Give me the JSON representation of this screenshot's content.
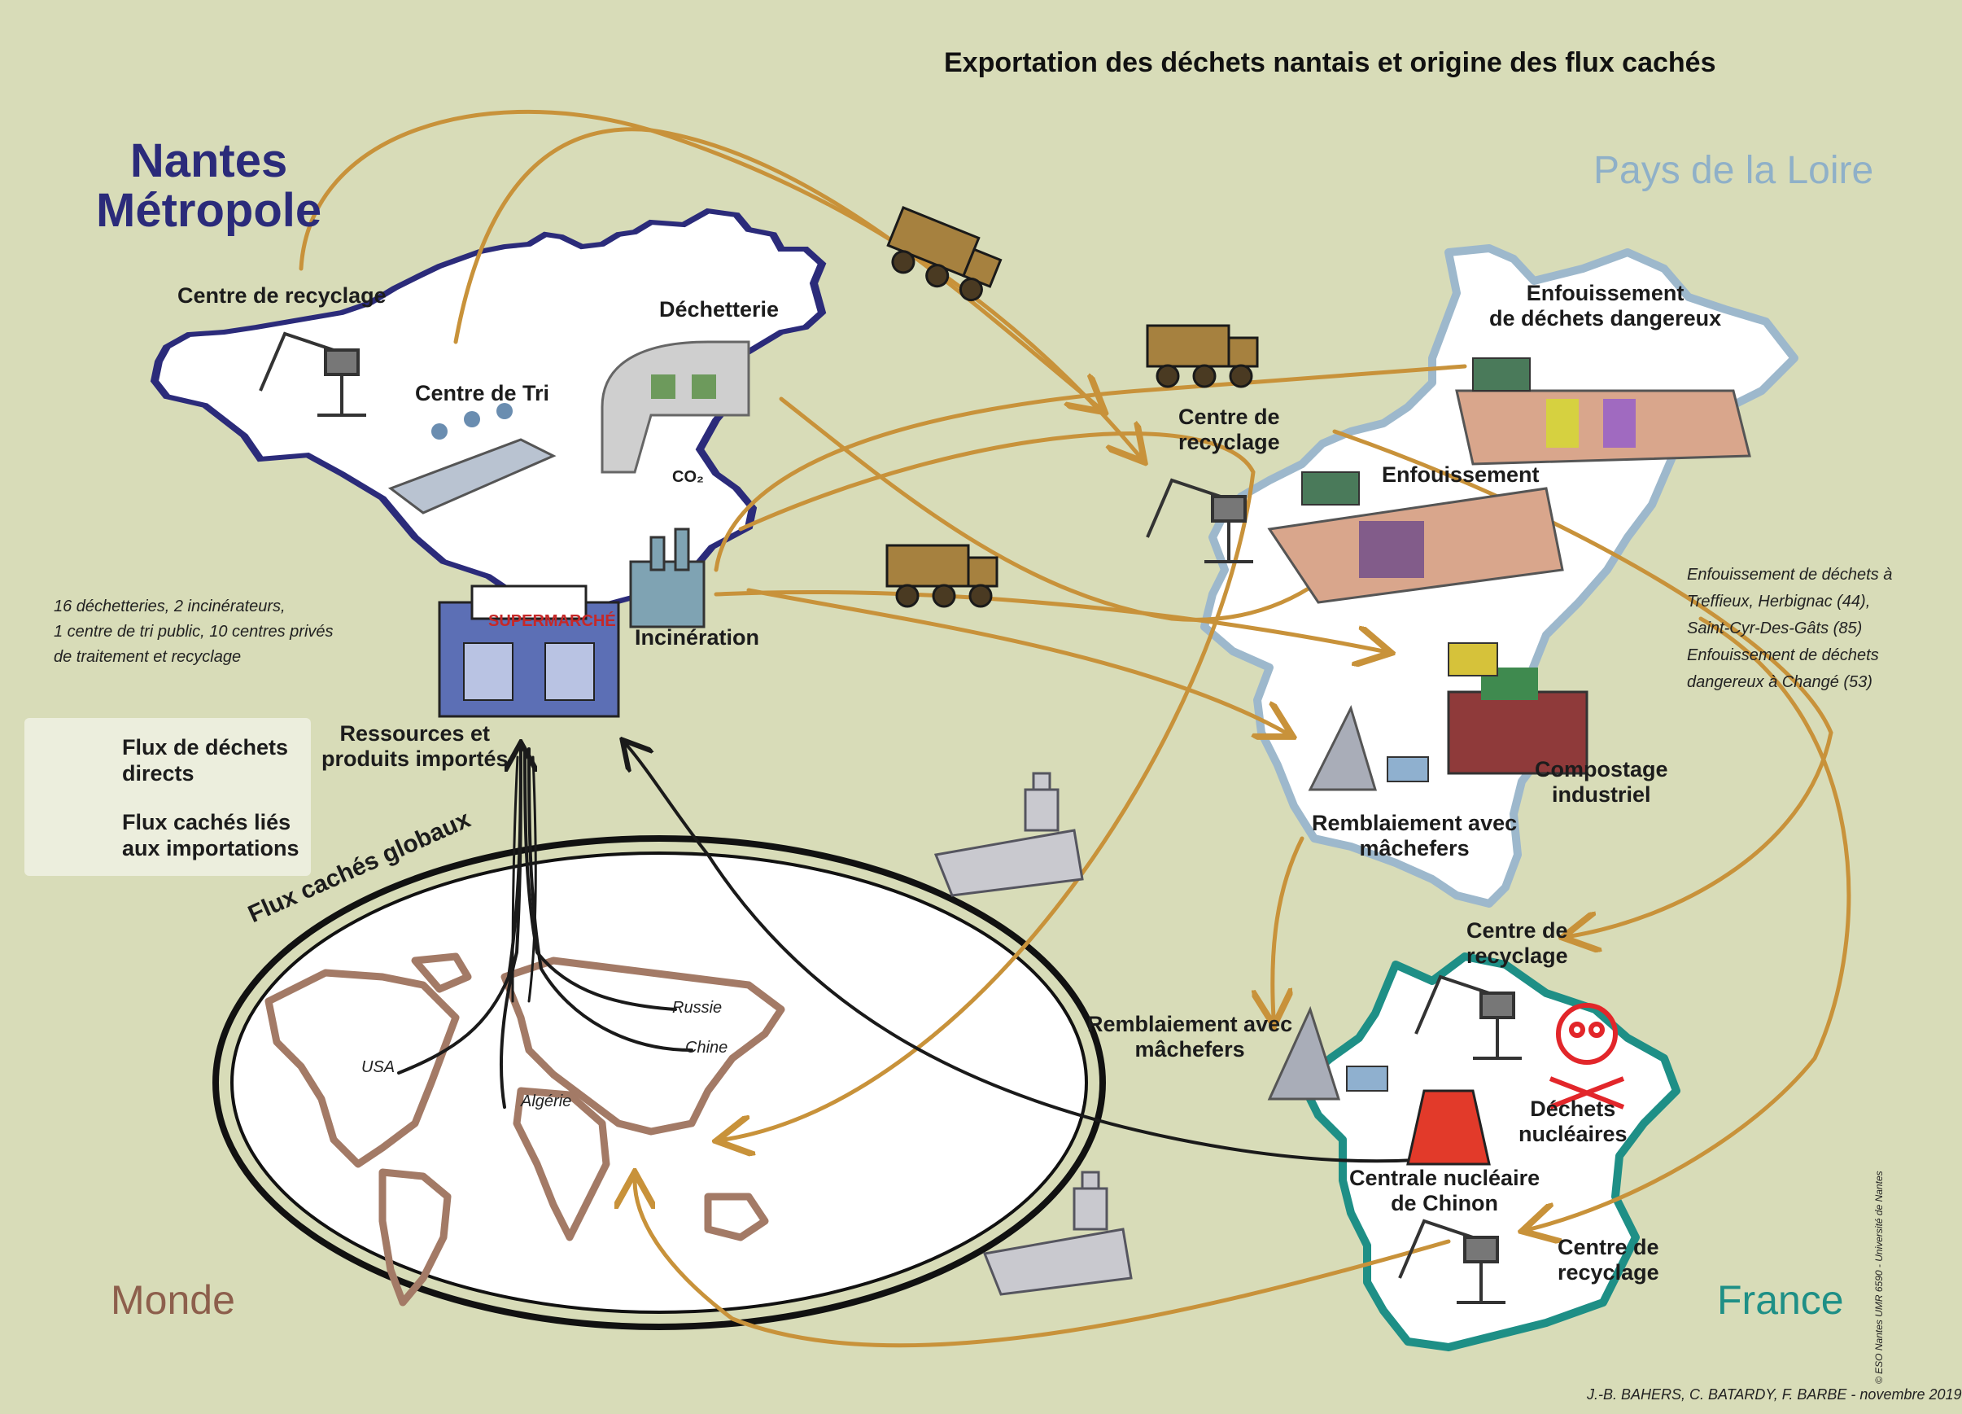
{
  "title": "Exportation des déchets nantais et origine des flux cachés",
  "regions": {
    "nantes_line1": "Nantes",
    "nantes_line2": "Métropole",
    "pays": "Pays de la Loire",
    "monde": "Monde",
    "france": "France"
  },
  "labels": {
    "centre_recyclage_nantes": "Centre de recyclage",
    "centre_tri": "Centre de Tri",
    "dechetterie": "Déchetterie",
    "co2": "CO₂",
    "incineration": "Incinération",
    "supermarche": "SUPERMARCHÉ",
    "ressources_1": "Ressources et",
    "ressources_2": "produits importés",
    "flux_caches_globaux": "Flux cachés globaux",
    "enf_dang_1": "Enfouissement",
    "enf_dang_2": "de déchets dangereux",
    "centre_rec_pdl_1": "Centre de",
    "centre_rec_pdl_2": "recyclage",
    "enfouissement": "Enfouissement",
    "compostage_1": "Compostage",
    "compostage_2": "industriel",
    "remblai_pdl_1": "Remblaiement avec",
    "remblai_pdl_2": "mâchefers",
    "centre_rec_fr1_1": "Centre de",
    "centre_rec_fr1_2": "recyclage",
    "remblai_fr_1": "Remblaiement avec",
    "remblai_fr_2": "mâchefers",
    "dechets_nuc_1": "Déchets",
    "dechets_nuc_2": "nucléaires",
    "centrale_1": "Centrale nucléaire",
    "centrale_2": "de Chinon",
    "centre_rec_fr2_1": "Centre de",
    "centre_rec_fr2_2": "recyclage"
  },
  "notes": {
    "nantes": [
      "16 déchetteries, 2 incinérateurs,",
      "1 centre de tri public, 10 centres privés",
      "de traitement et recyclage"
    ],
    "pdl": [
      "Enfouissement de déchets à",
      "Treffieux, Herbignac (44),",
      "Saint-Cyr-Des-Gâts (85)",
      "Enfouissement de déchets",
      "dangereux à Changé (53)"
    ]
  },
  "world_labels": {
    "usa": "USA",
    "russie": "Russie",
    "chine": "Chine",
    "algerie": "Algérie"
  },
  "legend": {
    "direct_1": "Flux de déchets",
    "direct_2": "directs",
    "hidden_1": "Flux cachés liés",
    "hidden_2": "aux importations"
  },
  "credit": "J.-B. BAHERS, C. BATARDY, F. BARBE - novembre 2019",
  "copyright": "© ESO Nantes UMR 6590 - Université de Nantes",
  "colors": {
    "background": "#d8dcb8",
    "flow_direct": "#c8923a",
    "flow_hidden": "#1a1a1a",
    "nantes_border": "#2b2b7a",
    "pdl_border": "#9db8cc",
    "france_border": "#1e8f86",
    "world_land": "#a37a66",
    "pays_text": "#8fb0c8",
    "monde_text": "#8d5f4c",
    "france_text": "#1e8f86"
  }
}
